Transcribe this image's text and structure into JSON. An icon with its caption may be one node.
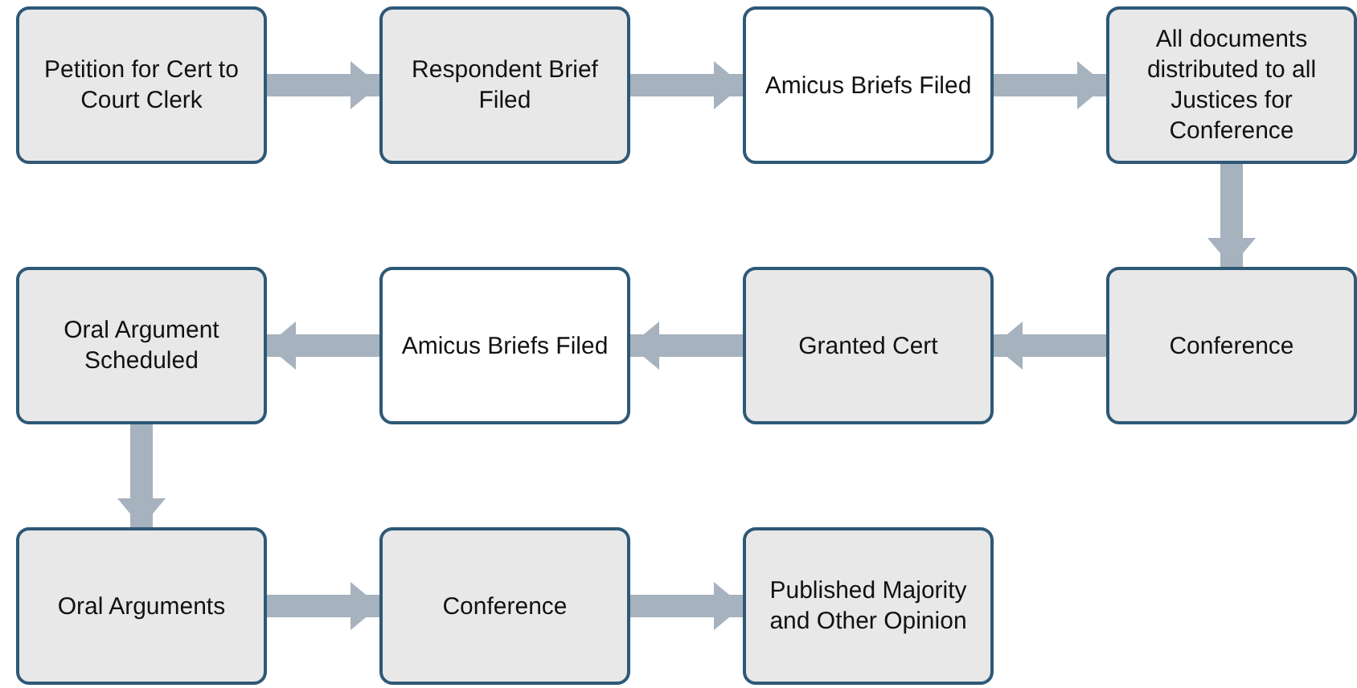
{
  "diagram": {
    "nodes": [
      {
        "text": [
          "Petition for Cert to Court Clerk"
        ]
      },
      {
        "text": [
          "Respondent Brief Filed"
        ]
      },
      {
        "text": [
          "Amicus Briefs Filed"
        ]
      },
      {
        "text": [
          "All documents distributed to all Justices for Conference"
        ]
      },
      {
        "text": [
          "Conference"
        ]
      },
      {
        "text": [
          "Granted Cert"
        ]
      },
      {
        "text": [
          "Amicus Briefs Filed"
        ]
      },
      {
        "text": [
          "Oral Argument Scheduled"
        ]
      },
      {
        "text": [
          "Oral Arguments"
        ]
      },
      {
        "text": [
          "Conference"
        ]
      },
      {
        "text": [
          "Published Majority and Other Opinion"
        ]
      }
    ],
    "edges": [
      {
        "from": 0,
        "to": 1,
        "arrow": "to"
      },
      {
        "from": 1,
        "to": 2,
        "arrow": "to"
      },
      {
        "from": 2,
        "to": 3,
        "arrow": "to"
      },
      {
        "from": 3,
        "to": 4,
        "arrow": "to"
      },
      {
        "from": 4,
        "to": 5,
        "arrow": "to"
      },
      {
        "from": 5,
        "to": 6,
        "arrow": "to"
      },
      {
        "from": 6,
        "to": 7,
        "arrow": "to"
      },
      {
        "from": 7,
        "to": 8,
        "arrow": "to"
      },
      {
        "from": 8,
        "to": 9,
        "arrow": "to"
      },
      {
        "from": 9,
        "to": 10,
        "arrow": "to"
      }
    ]
  }
}
